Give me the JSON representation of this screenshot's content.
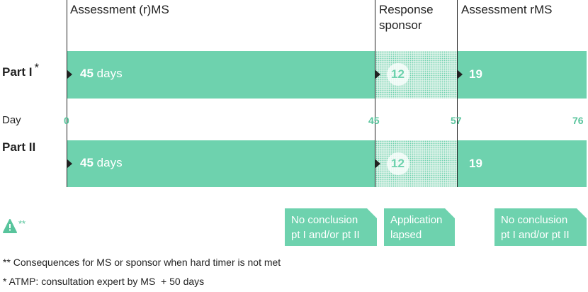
{
  "phases": {
    "assessment_rms": "Assessment (r)MS",
    "response_sponsor_line1": "Response",
    "response_sponsor_line2": "sponsor",
    "assessment_rms2": "Assessment rMS"
  },
  "rows": {
    "part1": {
      "label": "Part I",
      "marker": "*",
      "days_num": "45",
      "days_word": "days",
      "resp_num": "12",
      "rms_num": "19"
    },
    "part2": {
      "label": "Part II",
      "days_num": "45",
      "days_word": "days",
      "resp_num": "12",
      "rms_num": "19"
    }
  },
  "day_axis": {
    "label": "Day",
    "ticks": [
      "0",
      "45",
      "57",
      "76"
    ]
  },
  "legend": {
    "warning_marker": "**"
  },
  "callouts": {
    "no_conclusion_1": {
      "line1": "No conclusion",
      "line2": "pt I and/or pt II"
    },
    "application_lapsed": {
      "line1": "Application",
      "line2": "lapsed"
    },
    "no_conclusion_2": {
      "line1": "No conclusion",
      "line2": "pt I and/or pt II"
    }
  },
  "footnotes": {
    "double_star": "** Consequences for MS or sponsor when hard timer is not met",
    "single_star": "* ATMP: consultation expert by MS  + 50 days"
  },
  "colors": {
    "bar": "#6ed2ae",
    "tick": "#58c49c",
    "text": "#222222"
  }
}
